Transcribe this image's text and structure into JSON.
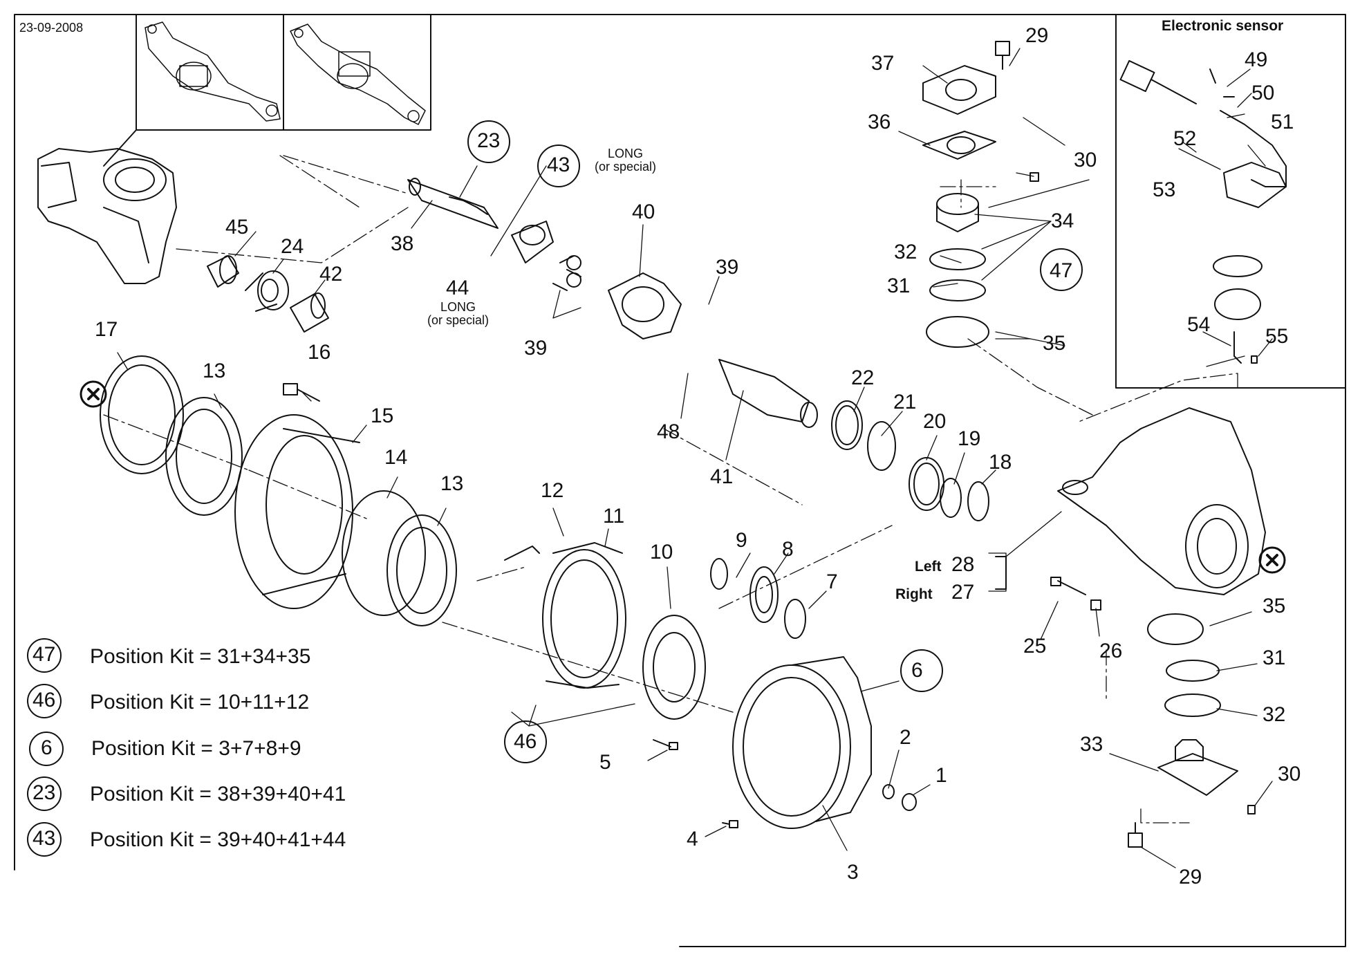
{
  "date": "23-09-2008",
  "sensor_title": "Electronic sensor",
  "callouts": {
    "c1": "1",
    "c2": "2",
    "c3": "3",
    "c4": "4",
    "c5": "5",
    "c6": "6",
    "c7": "7",
    "c8": "8",
    "c9": "9",
    "c10": "10",
    "c11": "11",
    "c12": "12",
    "c13a": "13",
    "c13b": "13",
    "c14": "14",
    "c15": "15",
    "c16": "16",
    "c17": "17",
    "c18": "18",
    "c19": "19",
    "c20": "20",
    "c21": "21",
    "c22": "22",
    "c23": "23",
    "c24": "24",
    "c25": "25",
    "c26": "26",
    "c28": "28",
    "c27": "27",
    "c29a": "29",
    "c29b": "29",
    "c30a": "30",
    "c30b": "30",
    "c31a": "31",
    "c31b": "31",
    "c32a": "32",
    "c32b": "32",
    "c33": "33",
    "c34": "34",
    "c35a": "35",
    "c35b": "35",
    "c36": "36",
    "c37": "37",
    "c38": "38",
    "c39a": "39",
    "c39b": "39",
    "c40": "40",
    "c41": "41",
    "c42": "42",
    "c43": "43",
    "c44": "44",
    "c45": "45",
    "c46": "46",
    "c47": "47",
    "c48": "48",
    "c49": "49",
    "c50": "50",
    "c51": "51",
    "c52": "52",
    "c53": "53",
    "c54": "54",
    "c55": "55"
  },
  "notes": {
    "long_a": "LONG",
    "special_a": "(or special)",
    "long_b": "LONG",
    "special_b": "(or special)",
    "left": "Left",
    "right": "Right",
    "x_mark": "X"
  },
  "kits": [
    {
      "id": "47",
      "text": "Position Kit =  31+34+35"
    },
    {
      "id": "46",
      "text": "Position Kit =  10+11+12"
    },
    {
      "id": "6",
      "text": "Position Kit =  3+7+8+9"
    },
    {
      "id": "23",
      "text": "Position Kit = 38+39+40+41"
    },
    {
      "id": "43",
      "text": "Position Kit = 39+40+41+44"
    }
  ]
}
